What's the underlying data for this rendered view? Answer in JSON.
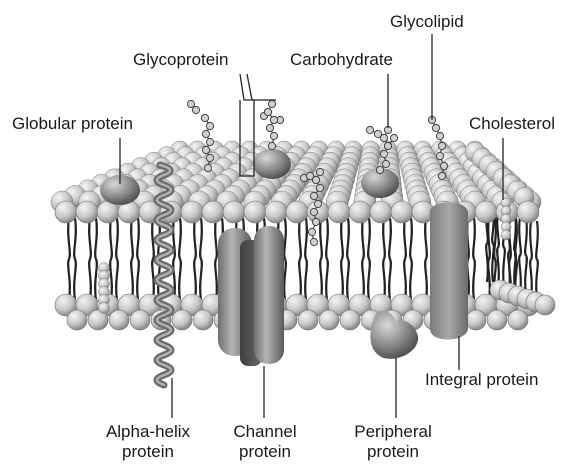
{
  "labels": {
    "glycolipid": "Glycolipid",
    "glycoprotein": "Glycoprotein",
    "carbohydrate": "Carbohydrate",
    "globular_protein": "Globular protein",
    "cholesterol": "Cholesterol",
    "integral_protein": "Integral protein",
    "alpha_helix_line1": "Alpha-helix",
    "alpha_helix_line2": "protein",
    "channel_line1": "Channel",
    "channel_line2": "protein",
    "peripheral_line1": "Peripheral",
    "peripheral_line2": "protein"
  },
  "colors": {
    "head_light": "#e2e2e2",
    "head_dark": "#8a8a8a",
    "protein": "#8c8c8c",
    "protein_dark": "#5a5a5a",
    "text": "#1a1a1a",
    "line": "#222222"
  }
}
